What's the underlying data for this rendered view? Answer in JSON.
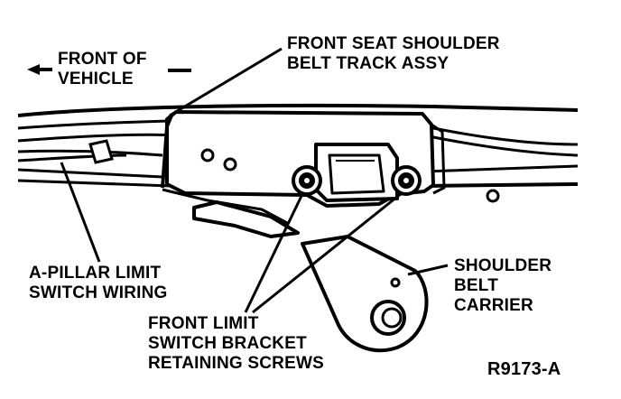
{
  "labels": {
    "front_of_vehicle": [
      "FRONT OF",
      "VEHICLE"
    ],
    "track_assy": [
      "FRONT SEAT SHOULDER",
      "BELT TRACK ASSY"
    ],
    "wiring": [
      "A-PILLAR LIMIT",
      "SWITCH WIRING"
    ],
    "carrier": [
      "SHOULDER",
      "BELT",
      "CARRIER"
    ],
    "screws": [
      "FRONT LIMIT",
      "SWITCH BRACKET",
      "RETAINING SCREWS"
    ],
    "figure_id": "R9173-A"
  },
  "colors": {
    "ink": "#000000",
    "paper": "#ffffff"
  }
}
